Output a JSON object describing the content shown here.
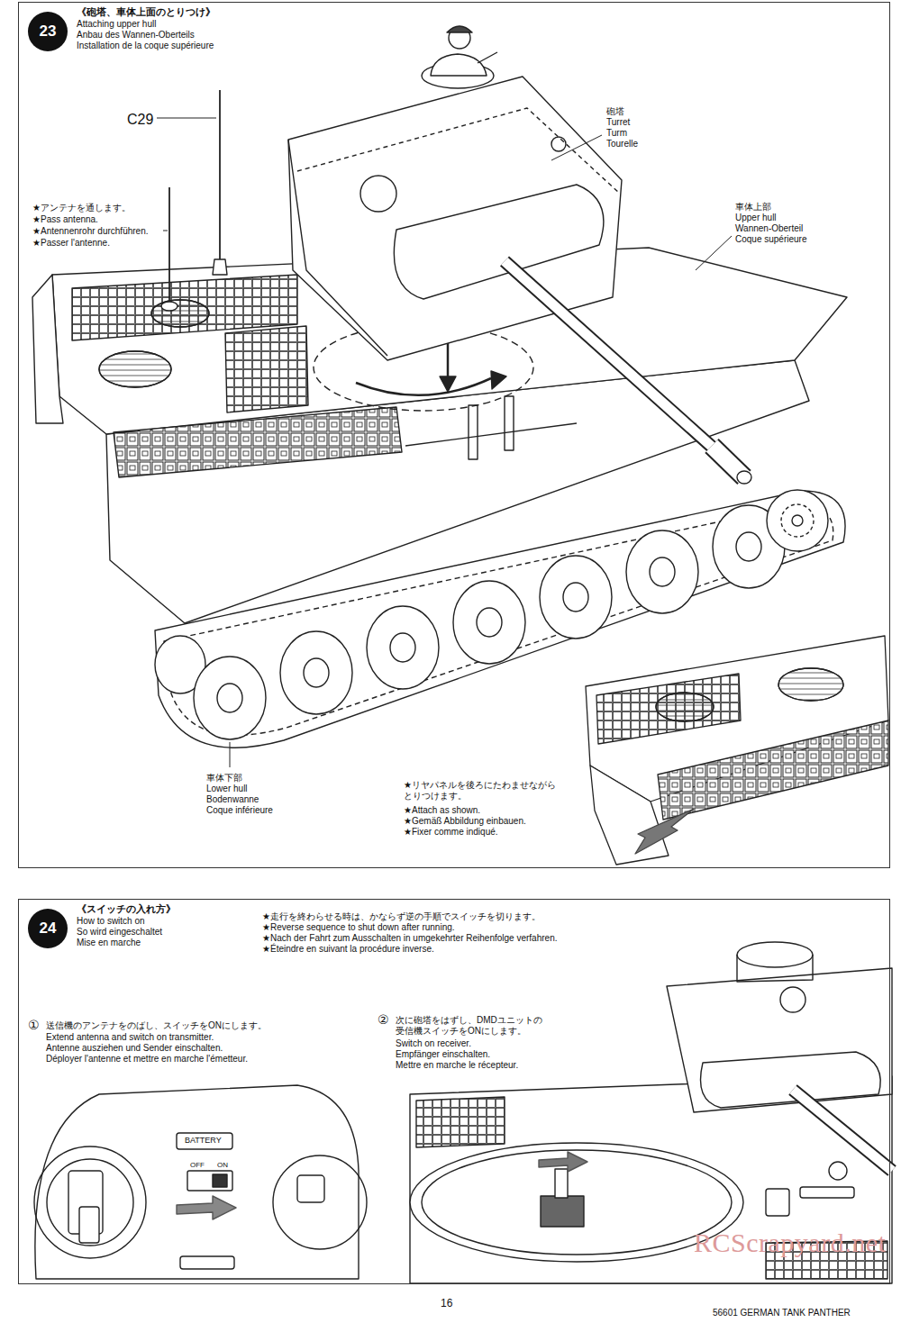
{
  "diagram": {
    "nodes": [
      {
        "text": [
          "《砲塔、車体上面のとりつけ》",
          "Attaching upper hull",
          "Anbau des Wannen-Oberteils",
          "Installation de la coque supérieure"
        ]
      },
      {
        "text": [
          "23"
        ],
        "in": 0
      },
      {
        "text": [
          "《スイッチの入れ方》",
          "How to switch on",
          "So wird eingeschaltet",
          "Mise en marche"
        ]
      },
      {
        "text": [
          "24"
        ],
        "in": 2
      }
    ],
    "labels": [
      "C29",
      "★アンテナを通します。",
      "★Pass antenna.",
      "★Antennenrohr durchführen.",
      "★Passer l'antenne.",
      "砲塔",
      "Turret",
      "Turm",
      "Tourelle",
      "車体上部",
      "Upper hull",
      "Wannen-Oberteil",
      "Coque supérieure",
      "車体下部",
      "Lower hull",
      "Bodenwanne",
      "Coque inférieure",
      "★リヤパネルを後ろにたわませながら とりつけます。",
      "★Attach as shown.",
      "★Gemäß Abbildung einbauen.",
      "★Fixer comme indiqué.",
      "★走行を終わらせる時は、かならず逆の手順でスイッチを切ります。",
      "★Reverse sequence to shut down after running.",
      "★Nach der Fahrt zum Ausschalten in umgekehrter Reihenfolge verfahren.",
      "★Éteindre en suivant la procédure inverse.",
      "①",
      "送信機のアンテナをのばし、スイッチをONにします。",
      "Extend antenna and switch on transmitter.",
      "Antenne ausziehen und Sender einschalten.",
      "Déployer l'antenne et mettre en marche l'émetteur.",
      "②",
      "次に砲塔をはずし、DMDユニットの 受信機スイッチをONにします。",
      "Switch on receiver.",
      "Empfänger einschalten.",
      "Mettre en marche le récepteur.",
      "BATTERY",
      "OFF",
      "ON",
      "16",
      "56601 GERMAN TANK PANTHER",
      "RCScrapyard.net"
    ]
  }
}
